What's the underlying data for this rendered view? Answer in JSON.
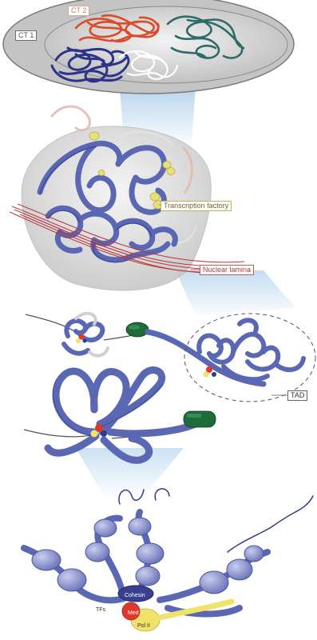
{
  "labels": {
    "ct1": "CT 1",
    "ct2": "CT 2",
    "transcription_factory": "Transcription factory",
    "nuclear_lamina": "Nuclear lamina",
    "tad": "TAD",
    "cohesin": "Cohesin",
    "tfs": "TFs",
    "mediator": "Med",
    "pol2": "Pol II"
  },
  "colors": {
    "chromatin": "#5a67b3",
    "chromatin_dark": "#2f3b8a",
    "ct1_territory": "#2d3487",
    "ct2_territory": "#d94b2b",
    "ct3_territory": "#2d6b6b",
    "ct4_territory": "#ffffff",
    "nucleus": "#c9c9c9",
    "transcription_factory": "#e8e07a",
    "nuclear_lamina": "#b8323a",
    "ctcf_green": "#1f6b3a",
    "tf_red": "#e0392b",
    "pol2_yellow": "#f1e26a",
    "zoom_beam": "#bcd9ef"
  }
}
